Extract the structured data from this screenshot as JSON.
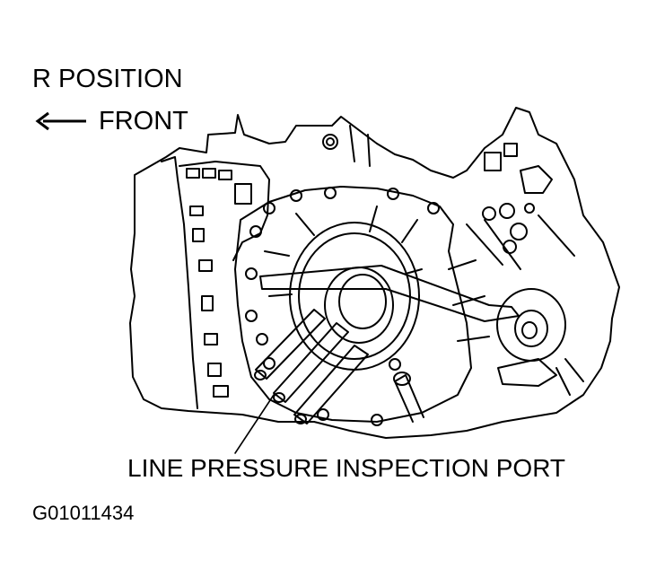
{
  "labels": {
    "position": "R POSITION",
    "front": "FRONT",
    "port": "LINE PRESSURE INSPECTION PORT",
    "figure_code": "G01011434"
  },
  "colors": {
    "ink": "#000000",
    "paper": "#ffffff"
  },
  "icons": {
    "front_arrow": "left-arrow-icon"
  }
}
